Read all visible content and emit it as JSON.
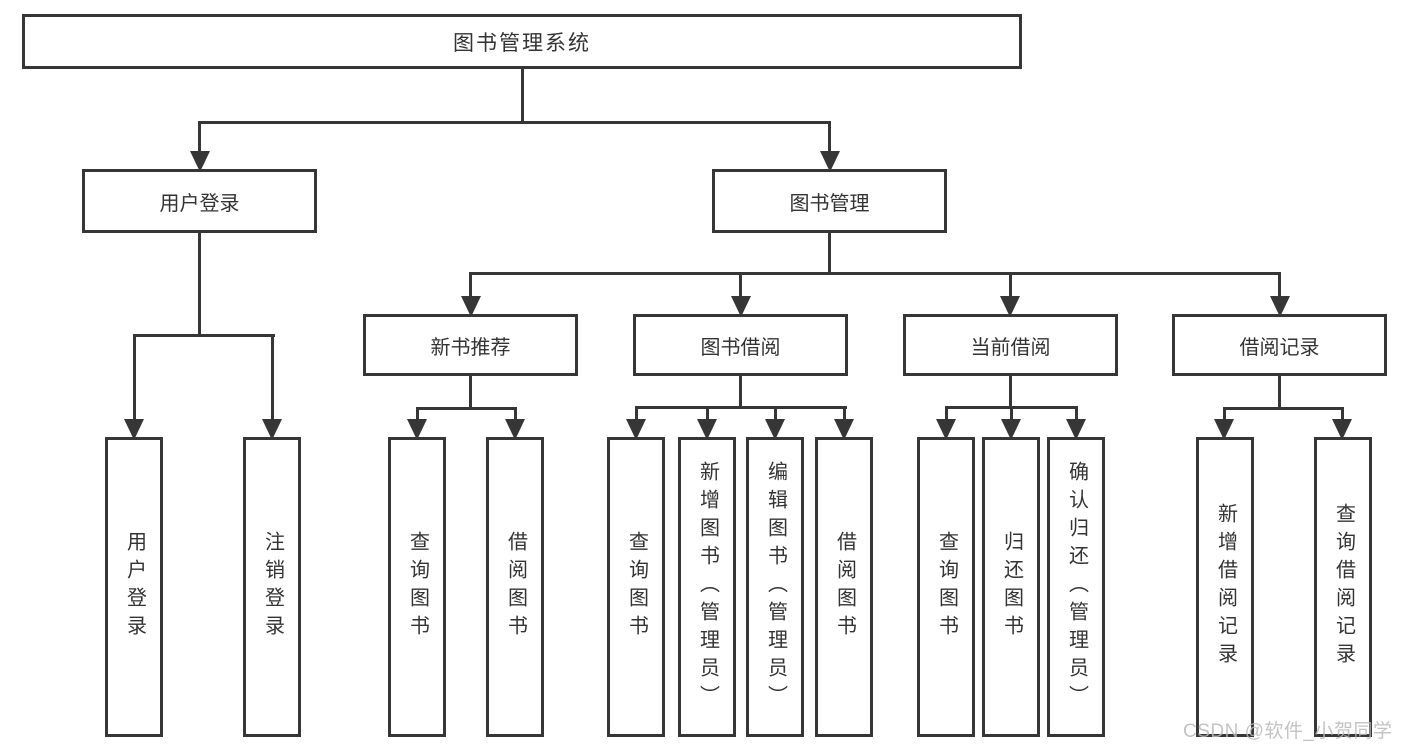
{
  "page": {
    "background": "#ffffff"
  },
  "diagram": {
    "stroke_color": "#363636",
    "text_color": "#333333",
    "nodes": {
      "root": {
        "label": "图书管理系统"
      },
      "user_login": {
        "label": "用户登录"
      },
      "book_mgmt": {
        "label": "图书管理"
      },
      "new_book_rec": {
        "label": "新书推荐"
      },
      "book_borrow": {
        "label": "图书借阅"
      },
      "current_borrow": {
        "label": "当前借阅"
      },
      "borrow_records": {
        "label": "借阅记录"
      },
      "leaf_user_login": {
        "label": "用户登录"
      },
      "leaf_logout": {
        "label": "注销登录"
      },
      "leaf_query_book_new": {
        "label": "查询图书"
      },
      "leaf_borrow_book_new": {
        "label": "借阅图书"
      },
      "leaf_query_book_borrow": {
        "label": "查询图书"
      },
      "leaf_add_book_admin": {
        "label": "新增图书（管理员）"
      },
      "leaf_edit_book_admin": {
        "label": "编辑图书（管理员）"
      },
      "leaf_borrow_book_borrow": {
        "label": "借阅图书"
      },
      "leaf_query_book_current": {
        "label": "查询图书"
      },
      "leaf_return_book": {
        "label": "归还图书"
      },
      "leaf_confirm_return_admin": {
        "label": "确认归还（管理员）"
      },
      "leaf_add_borrow_record": {
        "label": "新增借阅记录"
      },
      "leaf_query_borrow_record": {
        "label": "查询借阅记录"
      }
    }
  },
  "watermark": {
    "text": "CSDN @软件_小贺同学",
    "color": "#b9b9b9"
  }
}
